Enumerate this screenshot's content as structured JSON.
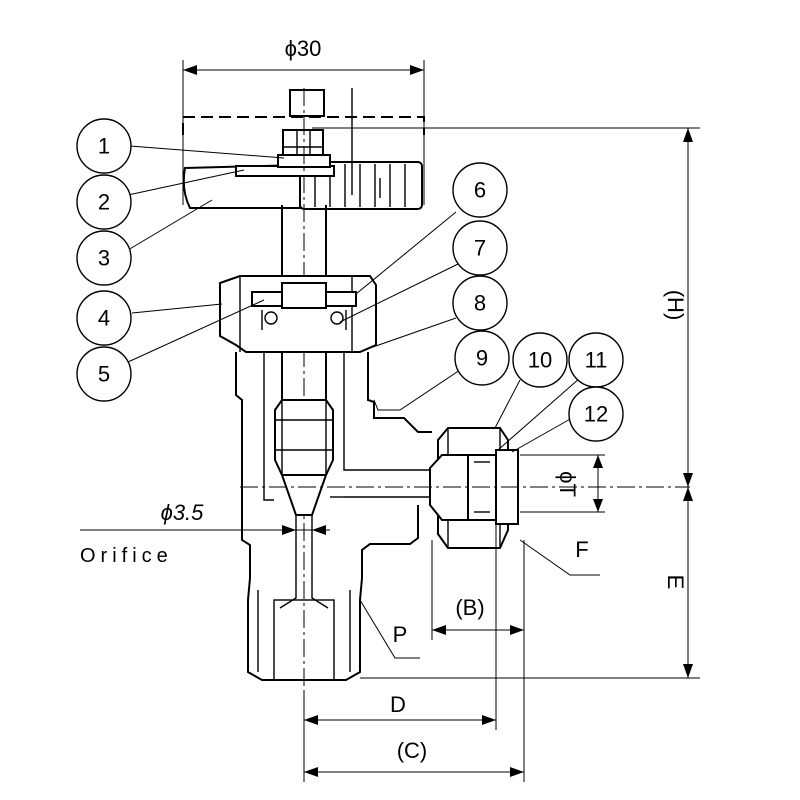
{
  "drawing": {
    "part_numbers": [
      "1",
      "2",
      "3",
      "4",
      "5",
      "6",
      "7",
      "8",
      "9",
      "10",
      "11",
      "12"
    ],
    "dimensions": {
      "top_diameter": "ϕ30",
      "orifice_diameter": "ϕ3.5",
      "orifice_label": "Orifice",
      "tube_diameter": "ϕT",
      "height_h": "(H)",
      "height_e": "E",
      "width_b": "(B)",
      "width_d": "D",
      "width_c": "(C)",
      "label_f": "F",
      "label_p": "P"
    }
  }
}
